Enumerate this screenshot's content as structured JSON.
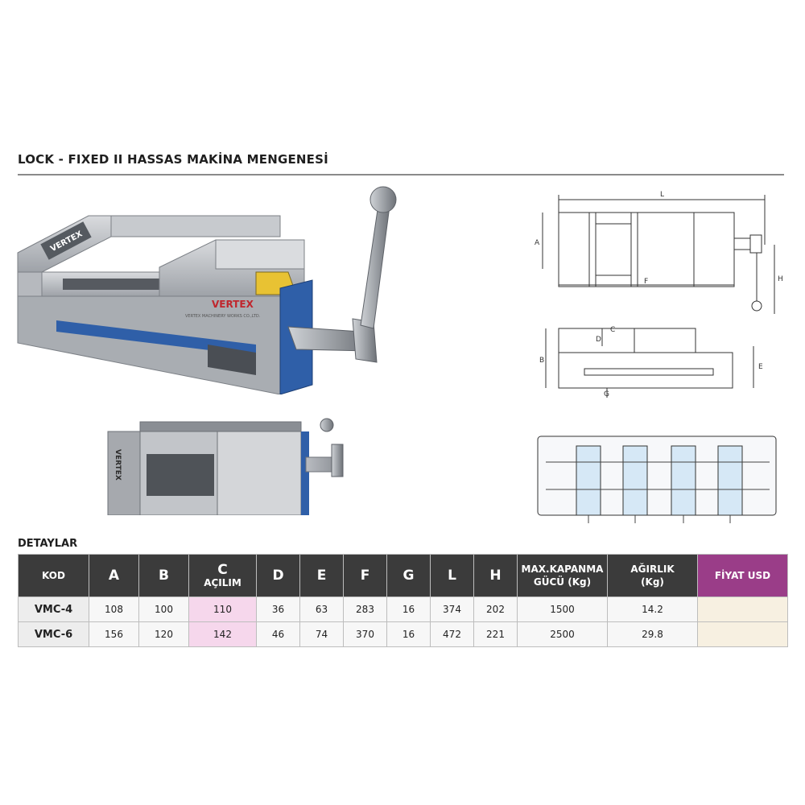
{
  "header": {
    "title": "LOCK - FIXED II HASSAS MAKİNA MENGENESİ"
  },
  "photos": {
    "main_brand": "VERTEX",
    "main_brand_sub": "VERTEX MACHINERY WORKS CO.,LTD.",
    "second_brand": "VERTEX"
  },
  "drawing": {
    "top_view": {
      "L": "L",
      "A": "A",
      "F": "F",
      "H": "H"
    },
    "side_view": {
      "C": "C",
      "D": "D",
      "B": "B",
      "E": "E",
      "G": "G"
    }
  },
  "details": {
    "section_label": "DETAYLAR",
    "headers": {
      "code": "KOD",
      "a": "A",
      "b": "B",
      "c_letter": "C",
      "c_sub": "AÇILIM",
      "d": "D",
      "e": "E",
      "f": "F",
      "g": "G",
      "l": "L",
      "h": "H",
      "force_line1": "MAX.KAPANMA",
      "force_line2": "GÜCÜ (Kg)",
      "weight_line1": "AĞIRLIK",
      "weight_line2": "(Kg)",
      "price": "FİYAT USD"
    },
    "rows": [
      {
        "code": "VMC-4",
        "a": "108",
        "b": "100",
        "c": "110",
        "d": "36",
        "e": "63",
        "f": "283",
        "g": "16",
        "l": "374",
        "h": "202",
        "force": "1500",
        "weight": "14.2",
        "price": ""
      },
      {
        "code": "VMC-6",
        "a": "156",
        "b": "120",
        "c": "142",
        "d": "46",
        "e": "74",
        "f": "370",
        "g": "16",
        "l": "472",
        "h": "221",
        "force": "2500",
        "weight": "29.8",
        "price": ""
      }
    ]
  },
  "colors": {
    "header_bg": "#3b3b3b",
    "price_header_bg": "#9a3d88",
    "opening_cell_bg": "#f6d7ec",
    "price_cell_bg": "#f7f0e1",
    "vise_blue": "#2f5fa8"
  }
}
